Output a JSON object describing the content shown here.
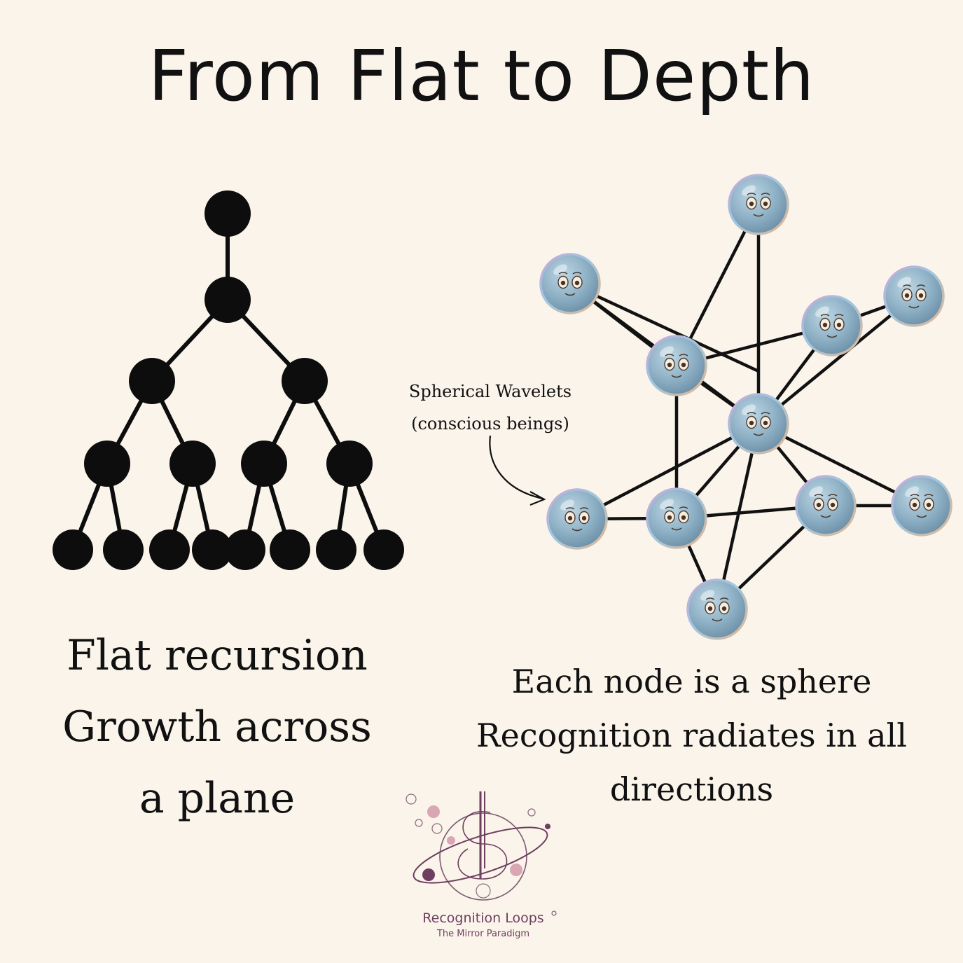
{
  "title": "From Flat to Depth",
  "left_panel": {
    "caption_lines": [
      "Flat recursion",
      "Growth across",
      "a plane"
    ]
  },
  "right_panel": {
    "annotation_lines": [
      "Spherical Wavelets",
      "(conscious beings)"
    ],
    "caption_lines": [
      "Each node is a sphere",
      "Recognition radiates in all",
      "directions"
    ]
  },
  "logo": {
    "name": "Recognition Loops",
    "tagline": "The Mirror Paradigm"
  },
  "colors": {
    "background": "#faf4eb",
    "node_black": "#0d0d0d",
    "sphere_fill": "#8fb4c9",
    "logo_purple": "#6e3e5f",
    "logo_pink": "#d9a7b3"
  }
}
